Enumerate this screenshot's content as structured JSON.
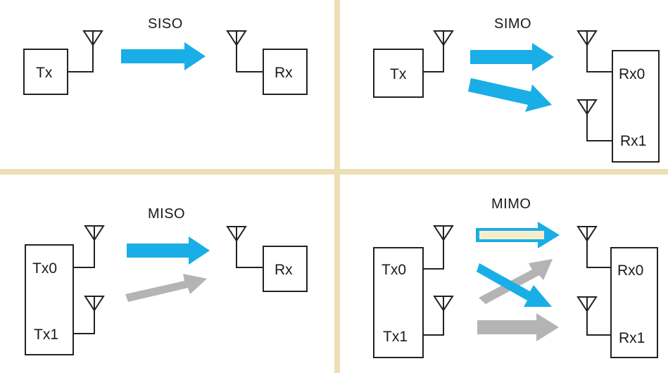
{
  "colors": {
    "divider": "#ecdfb4",
    "primary_arrow": "#1aaee6",
    "secondary_arrow": "#b4b4b4",
    "highlight_fill": "#f6eecb",
    "box_stroke": "#222222"
  },
  "panels": {
    "siso": {
      "title": "SISO",
      "tx": "Tx",
      "rx": "Rx"
    },
    "simo": {
      "title": "SIMO",
      "tx": "Tx",
      "rx0": "Rx0",
      "rx1": "Rx1"
    },
    "miso": {
      "title": "MISO",
      "tx0": "Tx0",
      "tx1": "Tx1",
      "rx": "Rx"
    },
    "mimo": {
      "title": "MIMO",
      "tx0": "Tx0",
      "tx1": "Tx1",
      "rx0": "Rx0",
      "rx1": "Rx1"
    }
  },
  "icons": [
    "antenna-icon",
    "arrow-icon"
  ]
}
